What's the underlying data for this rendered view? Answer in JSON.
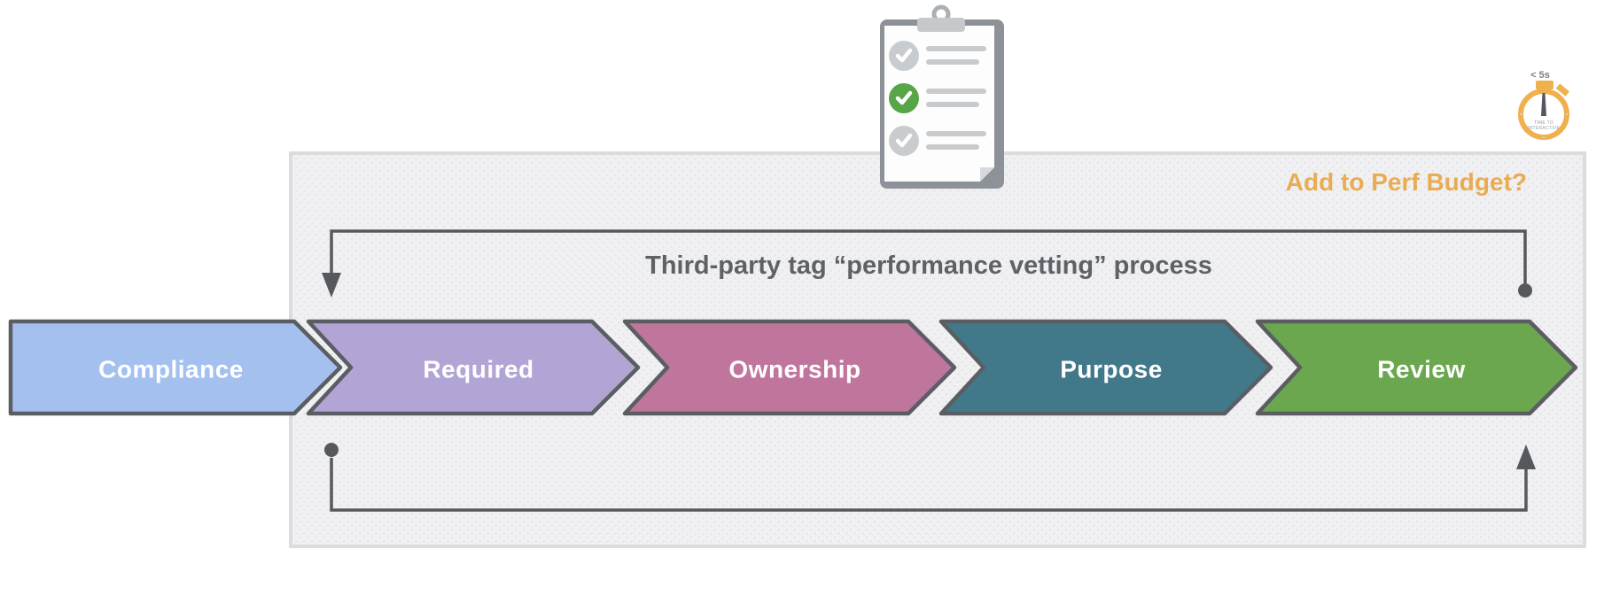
{
  "diagram": {
    "title": "Third-party tag “performance vetting” process",
    "perf_budget_question": "Add to Perf Budget?",
    "steps": [
      {
        "label": "Compliance",
        "color": "#a4c0ef"
      },
      {
        "label": "Required",
        "color": "#b2a5d6"
      },
      {
        "label": "Ownership",
        "color": "#c0759d"
      },
      {
        "label": "Purpose",
        "color": "#42798a"
      },
      {
        "label": "Review",
        "color": "#6ba74f"
      }
    ],
    "connector_color": "#55585c",
    "panel_background": "#f0f0f2",
    "panel_border": "#dbdcde"
  },
  "clipboard": {
    "board_color": "#8c9298",
    "items": [
      {
        "circle_color": "#c9ccce"
      },
      {
        "circle_color": "#57a546"
      },
      {
        "circle_color": "#c9ccce"
      }
    ]
  },
  "stopwatch": {
    "label": "< 5s",
    "caption_line1": "TIME TO",
    "caption_line2": "INTERACTIVE",
    "ring_color": "#f0b04e"
  }
}
